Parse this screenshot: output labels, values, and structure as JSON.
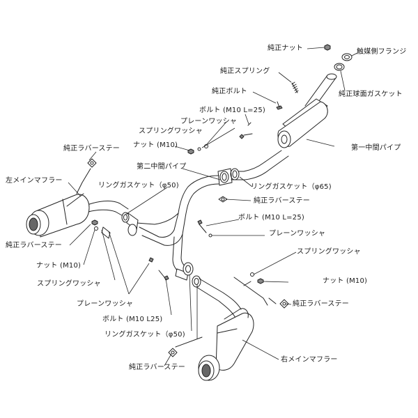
{
  "labels": {
    "oem_nut_top": "純正ナット",
    "cat_flange": "触媒側フランジ",
    "oem_spring": "純正スプリング",
    "oem_ball_gasket": "純正球面ガスケット",
    "oem_bolt": "純正ボルト",
    "bolt_m10_l25_upper": "ボルト (M10 L=25)",
    "plain_washer_upper": "プレーンワッシャ",
    "spring_washer_upper": "スプリングワッシャ",
    "nut_m10_upper": "ナット (M10)",
    "first_mid_pipe": "第一中間パイプ",
    "oem_rubber_stay_upper_left": "純正ラバーステー",
    "second_mid_pipe": "第二中間パイプ",
    "left_main_muffler": "左メインマフラー",
    "ring_gasket_50_upper": "リングガスケット（φ50)",
    "ring_gasket_65": "リングガスケット（φ65)",
    "oem_rubber_stay_center": "純正ラバーステー",
    "bolt_m10_l25_right": "ボルト (M10 L=25)",
    "plain_washer_right": "プレーンワッシャ",
    "oem_rubber_stay_left": "純正ラバーステー",
    "spring_washer_right": "スプリングワッシャ",
    "nut_m10_left": "ナット (M10)",
    "nut_m10_right": "ナット (M10)",
    "spring_washer_left": "スプリングワッシャ",
    "oem_rubber_stay_right": "純正ラバーステー",
    "plain_washer_left": "プレーンワッシャ",
    "bolt_m10_l25_lower": "ボルト (M10 L25)",
    "ring_gasket_50_lower": "リングガスケット（φ50)",
    "right_main_muffler": "右メインマフラー",
    "oem_rubber_stay_bottom": "純正ラバーステー"
  }
}
